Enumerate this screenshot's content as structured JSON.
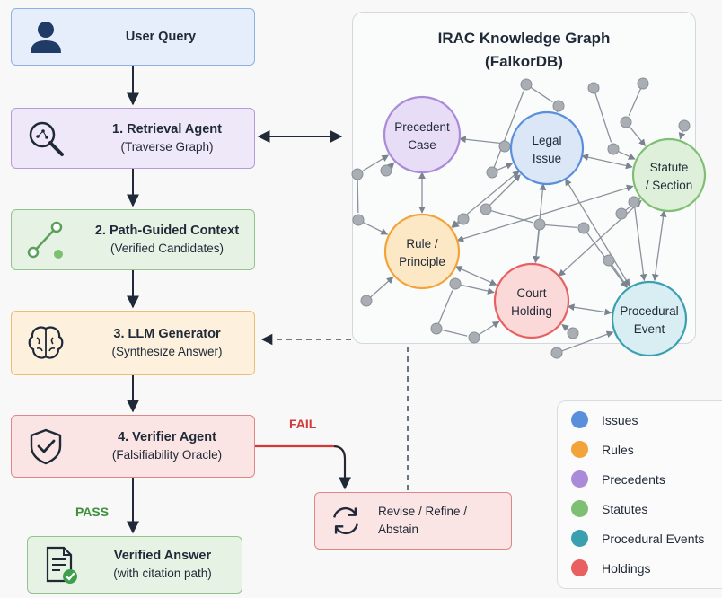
{
  "pipeline": {
    "user_query": "User Query",
    "retrieval": {
      "title": "1. Retrieval Agent",
      "subtitle": "(Traverse Graph)"
    },
    "context": {
      "title": "2. Path-Guided Context",
      "subtitle": "(Verified Candidates)"
    },
    "generator": {
      "title": "3. LLM Generator",
      "subtitle": "(Synthesize Answer)"
    },
    "verifier": {
      "title": "4. Verifier Agent",
      "subtitle": "(Falsifiability Oracle)"
    },
    "answer": {
      "title": "Verified Answer",
      "subtitle": "(with citation path)"
    },
    "revise": {
      "line1": "Revise / Refine /",
      "line2": "Abstain"
    },
    "fail_label": "FAIL",
    "pass_label": "PASS"
  },
  "graph": {
    "title_line1": "IRAC Knowledge Graph",
    "title_line2": "(FalkorDB)",
    "nodes": [
      {
        "id": "precedent",
        "lines": [
          "Precedent",
          "Case"
        ],
        "category": "Precedents"
      },
      {
        "id": "issue",
        "lines": [
          "Legal",
          "Issue"
        ],
        "category": "Issues"
      },
      {
        "id": "statute",
        "lines": [
          "Statute",
          "/ Section"
        ],
        "category": "Statutes"
      },
      {
        "id": "rule",
        "lines": [
          "Rule /",
          "Principle"
        ],
        "category": "Rules"
      },
      {
        "id": "holding",
        "lines": [
          "Court",
          "Holding"
        ],
        "category": "Holdings"
      },
      {
        "id": "procedural",
        "lines": [
          "Procedural",
          "Event"
        ],
        "category": "Procedural Events"
      }
    ]
  },
  "legend": [
    {
      "label": "Issues",
      "color": "#5b8fdc"
    },
    {
      "label": "Rules",
      "color": "#f2a33a"
    },
    {
      "label": "Precedents",
      "color": "#a98bd8"
    },
    {
      "label": "Statutes",
      "color": "#7fbf73"
    },
    {
      "label": "Procedural Events",
      "color": "#3aa0b0"
    },
    {
      "label": "Holdings",
      "color": "#e86060"
    }
  ],
  "colors": {
    "issues_fill": "#dbe6f7",
    "rules_fill": "#fde8c6",
    "precedents_fill": "#e8ddf6",
    "statutes_fill": "#def0da",
    "procedural_fill": "#d8eef3",
    "holdings_fill": "#fbd9d9",
    "fail_arrow": "#d23a3a",
    "pass_text": "#3f8f3f"
  }
}
